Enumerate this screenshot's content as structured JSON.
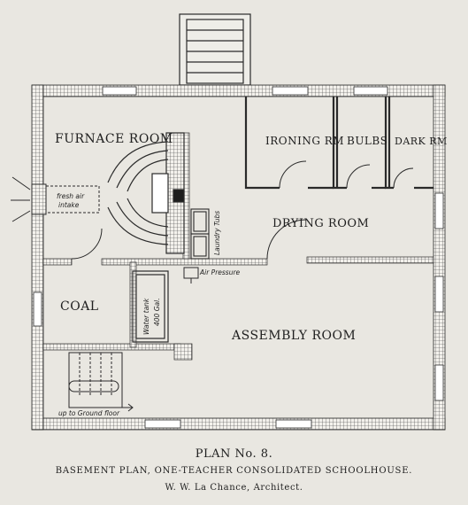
{
  "rooms": {
    "furnace": "FURNACE ROOM",
    "ironing": "IRONING RM",
    "bulbs": "BULBS",
    "dark": "DARK RM",
    "drying": "DRYING ROOM",
    "coal": "COAL",
    "assembly": "ASSEMBLY ROOM"
  },
  "annotations": {
    "fresh_air": "fresh air",
    "intake": "intake",
    "laundry_tubs": "Laundry Tubs",
    "air_pressure": "Air Pressure",
    "water_tank": "Water tank",
    "tank_capacity": "400 Gal.",
    "stair_note": "up to Ground floor"
  },
  "caption": {
    "title": "PLAN No. 8.",
    "subtitle": "BASEMENT PLAN, ONE-TEACHER CONSOLIDATED SCHOOLHOUSE.",
    "architect": "W. W. La Chance, Architect."
  }
}
